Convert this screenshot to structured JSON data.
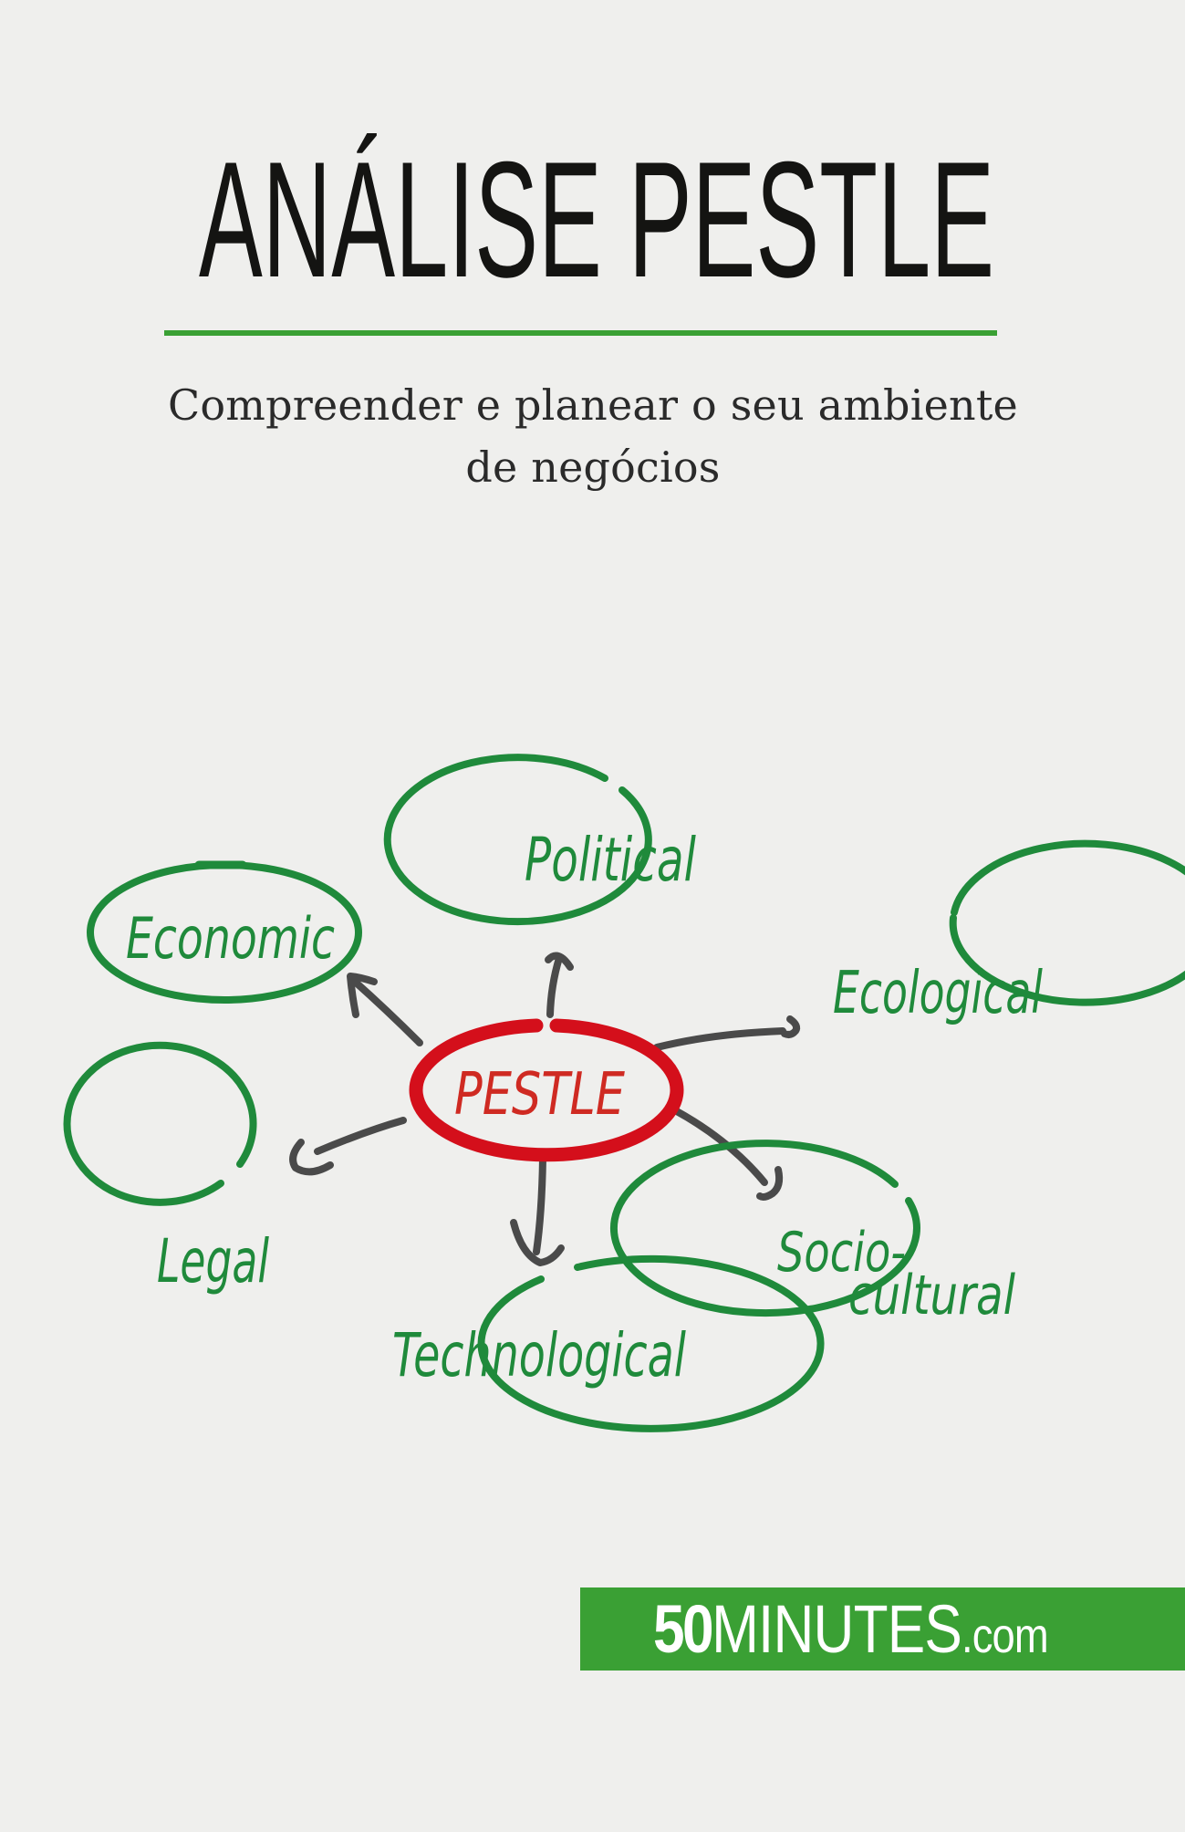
{
  "cover": {
    "title": "ANÁLISE PESTLE",
    "subtitle_lines": [
      "Compreender e planear o seu ambiente",
      "de negócios"
    ],
    "colors": {
      "background": "#efefed",
      "title": "#141412",
      "accent_green": "#3aa034",
      "node_green": "#1f8a3b",
      "center_red": "#d40f1b",
      "center_text_red": "#cf2a22",
      "arrow_gray": "#4a4a4a",
      "subtitle": "#2a2a2a"
    }
  },
  "diagram": {
    "center": {
      "label": "PESTLE"
    },
    "nodes": [
      {
        "id": "political",
        "label": "Political"
      },
      {
        "id": "economic",
        "label": "Economic"
      },
      {
        "id": "ecological",
        "label": "Ecological"
      },
      {
        "id": "legal",
        "label": "Legal"
      },
      {
        "id": "technological",
        "label": "Technological"
      },
      {
        "id": "sociocultural",
        "label_line1": "Socio-",
        "label_line2": "cultural"
      }
    ]
  },
  "publisher": {
    "logo_number": "50",
    "logo_word": "MINUTES",
    "logo_domain": ".com"
  }
}
